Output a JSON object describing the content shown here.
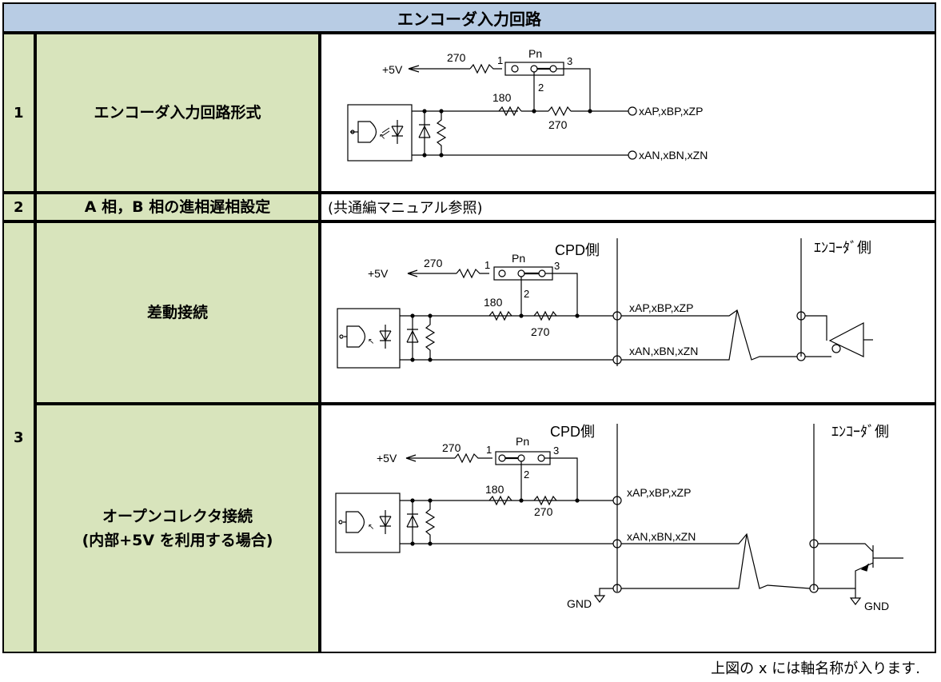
{
  "title": "エンコーダ入力回路",
  "rows": [
    {
      "num": "1",
      "label": "エンコーダ入力回路形式"
    },
    {
      "num": "2",
      "label": "A 相，B 相の進相遅相設定",
      "value": "(共通編マニュアル参照)"
    },
    {
      "num": "3",
      "label_a": "差動接続",
      "label_b1": "オープンコレクタ接続",
      "label_b2": "(内部+5V を利用する場合)"
    }
  ],
  "diagram": {
    "plus5v": "+5V",
    "r270": "270",
    "r180": "180",
    "pn": "Pn",
    "pin1": "1",
    "pin2": "2",
    "pin3": "3",
    "xap": "xAP,xBP,xZP",
    "xan": "xAN,xBN,xZN",
    "cpd_side": "CPD側",
    "enc_side": "ｴﾝｺｰﾀﾞ側",
    "gnd": "GND"
  },
  "footnote": "上図の x には軸名称が入ります."
}
